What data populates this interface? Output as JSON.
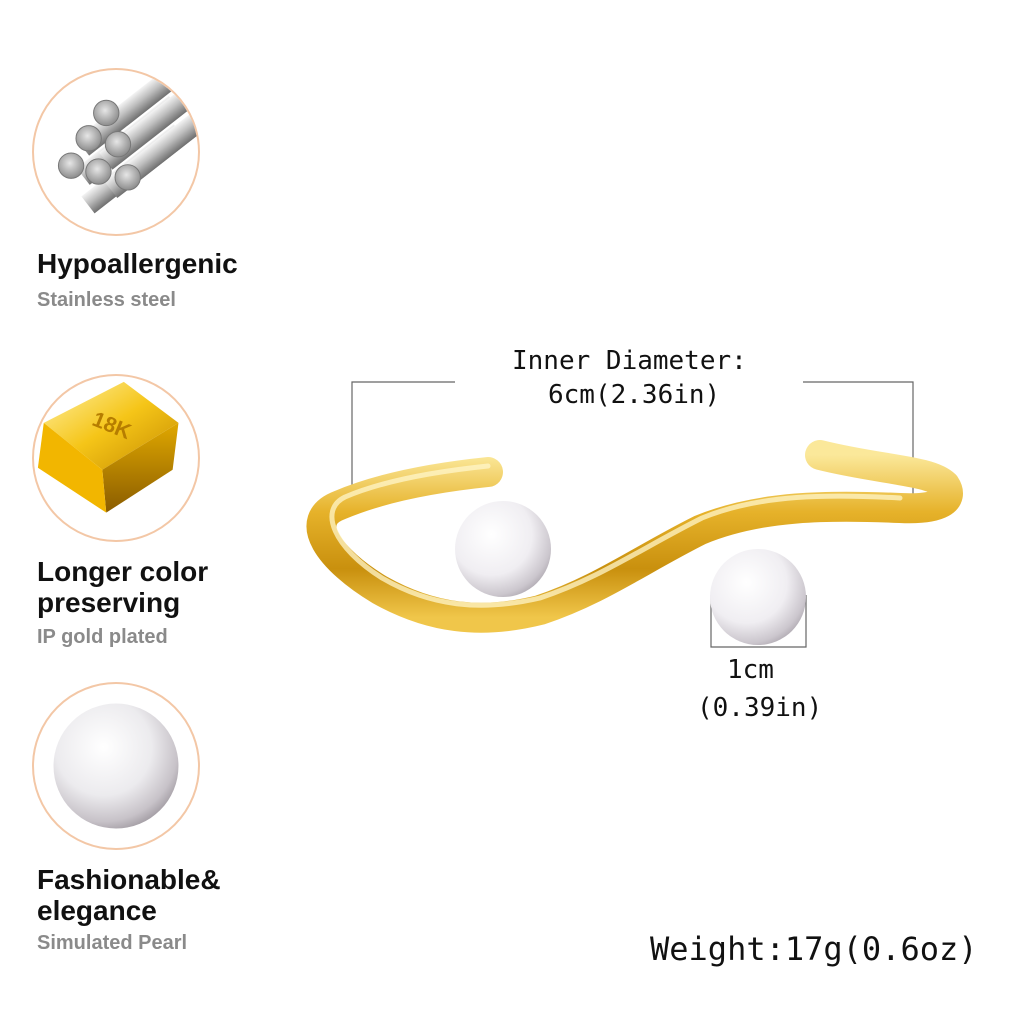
{
  "features": [
    {
      "title": "Hypoallergenic",
      "subtitle": "Stainless steel",
      "icon": "steel-rods-icon"
    },
    {
      "title_line1": "Longer color",
      "title_line2": "preserving",
      "subtitle": "IP gold plated",
      "icon": "gold-bar-icon",
      "badge": "18K"
    },
    {
      "title_line1": "Fashionable&",
      "title_line2": "elegance",
      "subtitle": "Simulated Pearl",
      "icon": "pearl-icon"
    }
  ],
  "dimensions": {
    "inner_label": "Inner Diameter:",
    "inner_value": "6cm(2.36in)",
    "pearl_size": "1cm",
    "pearl_size_in": "(0.39in)"
  },
  "weight": "Weight:17g(0.6oz)",
  "colors": {
    "gold": "#e3ad1f",
    "circle_border": "#f3c7a6",
    "subtitle": "#8a8a8a"
  }
}
